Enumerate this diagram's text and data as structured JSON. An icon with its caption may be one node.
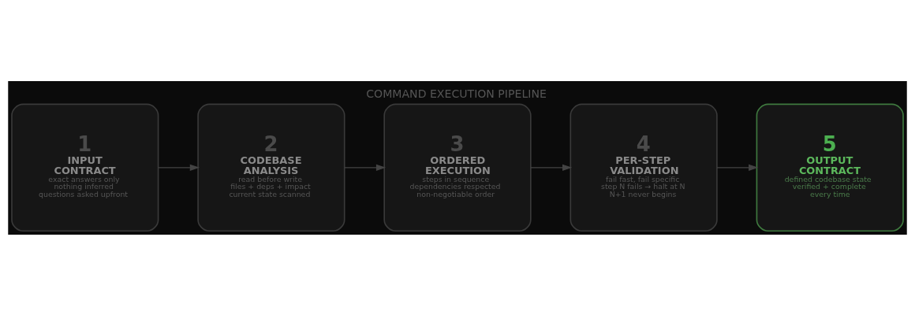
{
  "diagram": {
    "title": "COMMAND EXECUTION PIPELINE",
    "nodes": [
      {
        "text": [
          "1",
          "INPUT CONTRACT",
          "exact answers only",
          "nothing inferred",
          "questions asked upfront"
        ]
      },
      {
        "text": [
          "2",
          "CODEBASE ANALYSIS",
          "read before write",
          "files + deps + impact",
          "current state scanned"
        ]
      },
      {
        "text": [
          "3",
          "ORDERED EXECUTION",
          "steps in sequence",
          "dependencies respected",
          "non-negotiable order"
        ]
      },
      {
        "text": [
          "4",
          "PER-STEP VALIDATION",
          "fail fast, fail specific",
          "step N fails → halt at N",
          "N+1 never begins"
        ]
      },
      {
        "text": [
          "5",
          "OUTPUT CONTRACT",
          "defined codebase state",
          "verified + complete",
          "every time"
        ]
      }
    ],
    "edges": [
      {
        "from": 0,
        "to": 1,
        "arrow": "to"
      },
      {
        "from": 1,
        "to": 2,
        "arrow": "to"
      },
      {
        "from": 2,
        "to": 3,
        "arrow": "to"
      },
      {
        "from": 3,
        "to": 4,
        "arrow": "to"
      }
    ]
  }
}
